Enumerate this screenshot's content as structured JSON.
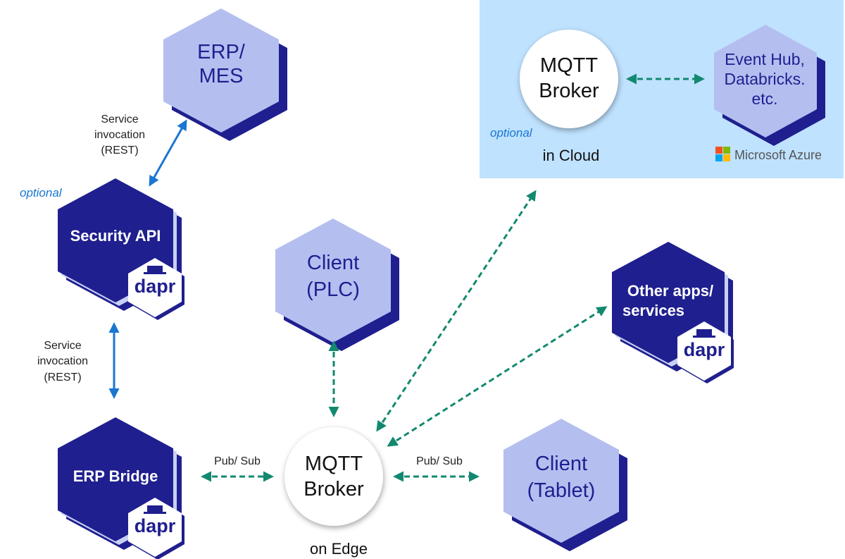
{
  "cloud": {
    "broker_line1": "MQTT",
    "broker_line2": "Broker",
    "optional_label": "optional",
    "location_label": "in Cloud",
    "azure_hex_line1": "Event Hub,",
    "azure_hex_line2": "Databricks.",
    "azure_hex_line3": "etc.",
    "azure_logo_text": "Microsoft Azure"
  },
  "erp_mes": {
    "line1": "ERP/",
    "line2": "MES"
  },
  "security_api": {
    "title": "Security API",
    "optional_label": "optional",
    "badge": "dapr"
  },
  "erp_bridge": {
    "title": "ERP Bridge",
    "badge": "dapr"
  },
  "client_plc": {
    "line1": "Client",
    "line2": "(PLC)"
  },
  "client_tablet": {
    "line1": "Client",
    "line2": "(Tablet)"
  },
  "other_apps": {
    "line1": "Other apps/",
    "line2": "services",
    "badge": "dapr"
  },
  "edge_broker": {
    "line1": "MQTT",
    "line2": "Broker",
    "location_label": "on Edge"
  },
  "edges": {
    "erp_security": {
      "line1": "Service",
      "line2": "invocation",
      "line3": "(REST)"
    },
    "security_bridge": {
      "line1": "Service",
      "line2": "invocation",
      "line3": "(REST)"
    },
    "bridge_broker": "Pub/ Sub",
    "broker_tablet": "Pub/ Sub"
  },
  "colors": {
    "hex_light": "#b4bff0",
    "hex_dark": "#1f1f8f",
    "hex_shadow": "#1f1f8f",
    "cloud_bg": "#bfe2ff",
    "rest_arrow": "#1976d2",
    "mqtt_arrow": "#12896f"
  }
}
